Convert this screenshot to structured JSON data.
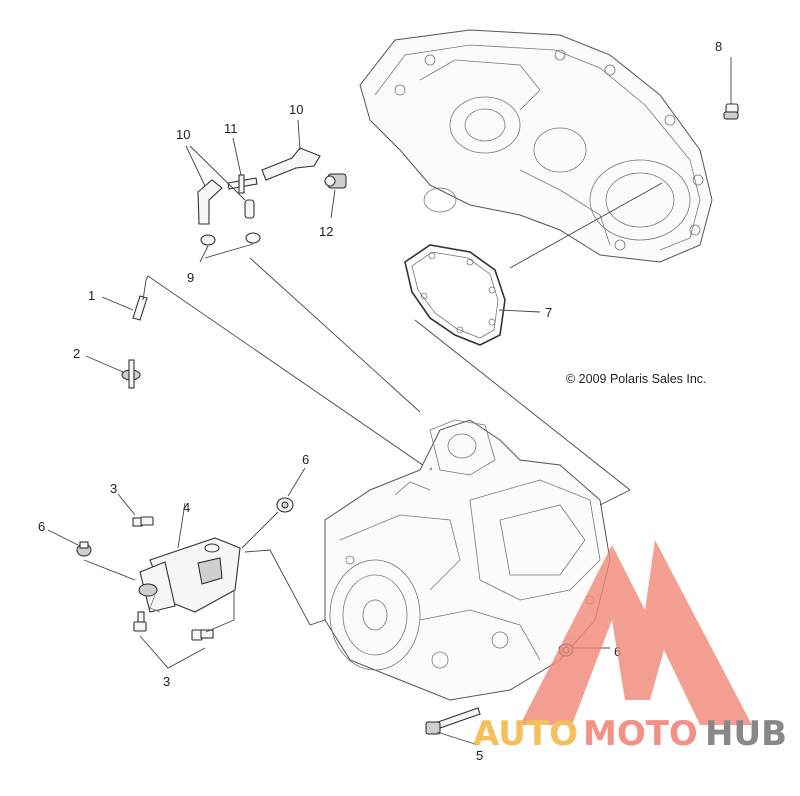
{
  "copyright": "© 2009 Polaris Sales Inc.",
  "callouts": {
    "c1": "1",
    "c2": "2",
    "c3a": "3",
    "c3b": "3",
    "c4": "4",
    "c5": "5",
    "c6a": "6",
    "c6b": "6",
    "c6c": "6",
    "c7": "7",
    "c8": "8",
    "c9": "9",
    "c10a": "10",
    "c10b": "10",
    "c11": "11",
    "c12": "12"
  },
  "watermark": {
    "part1": "AUTO",
    "part2": "MOTO",
    "part3": "HUB",
    "colors": {
      "triangle": "#f08a7a",
      "auto": "#f5b13a",
      "moto": "#f27a6c",
      "hub": "#6e6e6e"
    }
  }
}
